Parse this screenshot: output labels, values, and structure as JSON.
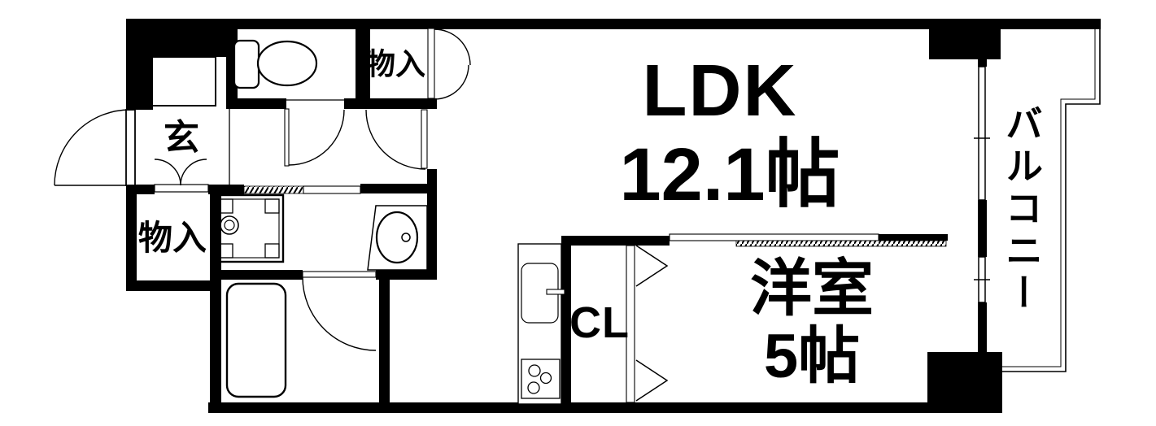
{
  "floorplan": {
    "type": "apartment-floorplan",
    "background_color": "#ffffff",
    "line_color": "#000000",
    "rooms": {
      "ldk": {
        "name": "LDK",
        "size": "12.1帖"
      },
      "western_room": {
        "name": "洋室",
        "size": "5帖"
      },
      "balcony": {
        "name": "バルコニー"
      },
      "entrance": {
        "name": "玄"
      },
      "storage_top": {
        "name": "物入"
      },
      "storage_left": {
        "name": "物入"
      },
      "closet": {
        "name": "CL"
      }
    }
  }
}
